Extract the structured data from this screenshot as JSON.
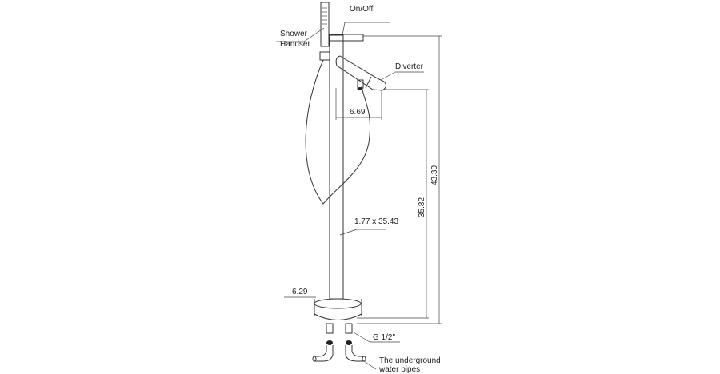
{
  "diagram": {
    "labels": {
      "on_off": "On/Off",
      "shower": "Shower",
      "handset": "Handset",
      "diverter": "Diverter",
      "pipe_size": "1.77 x 35.43",
      "connector": "G 1/2\"",
      "underground_1": "The underground",
      "underground_2": "water pipes"
    },
    "dimensions": {
      "spout_reach": "6.69",
      "base_diameter": "6.29",
      "spout_height": "35.82",
      "total_height": "43.30"
    }
  }
}
